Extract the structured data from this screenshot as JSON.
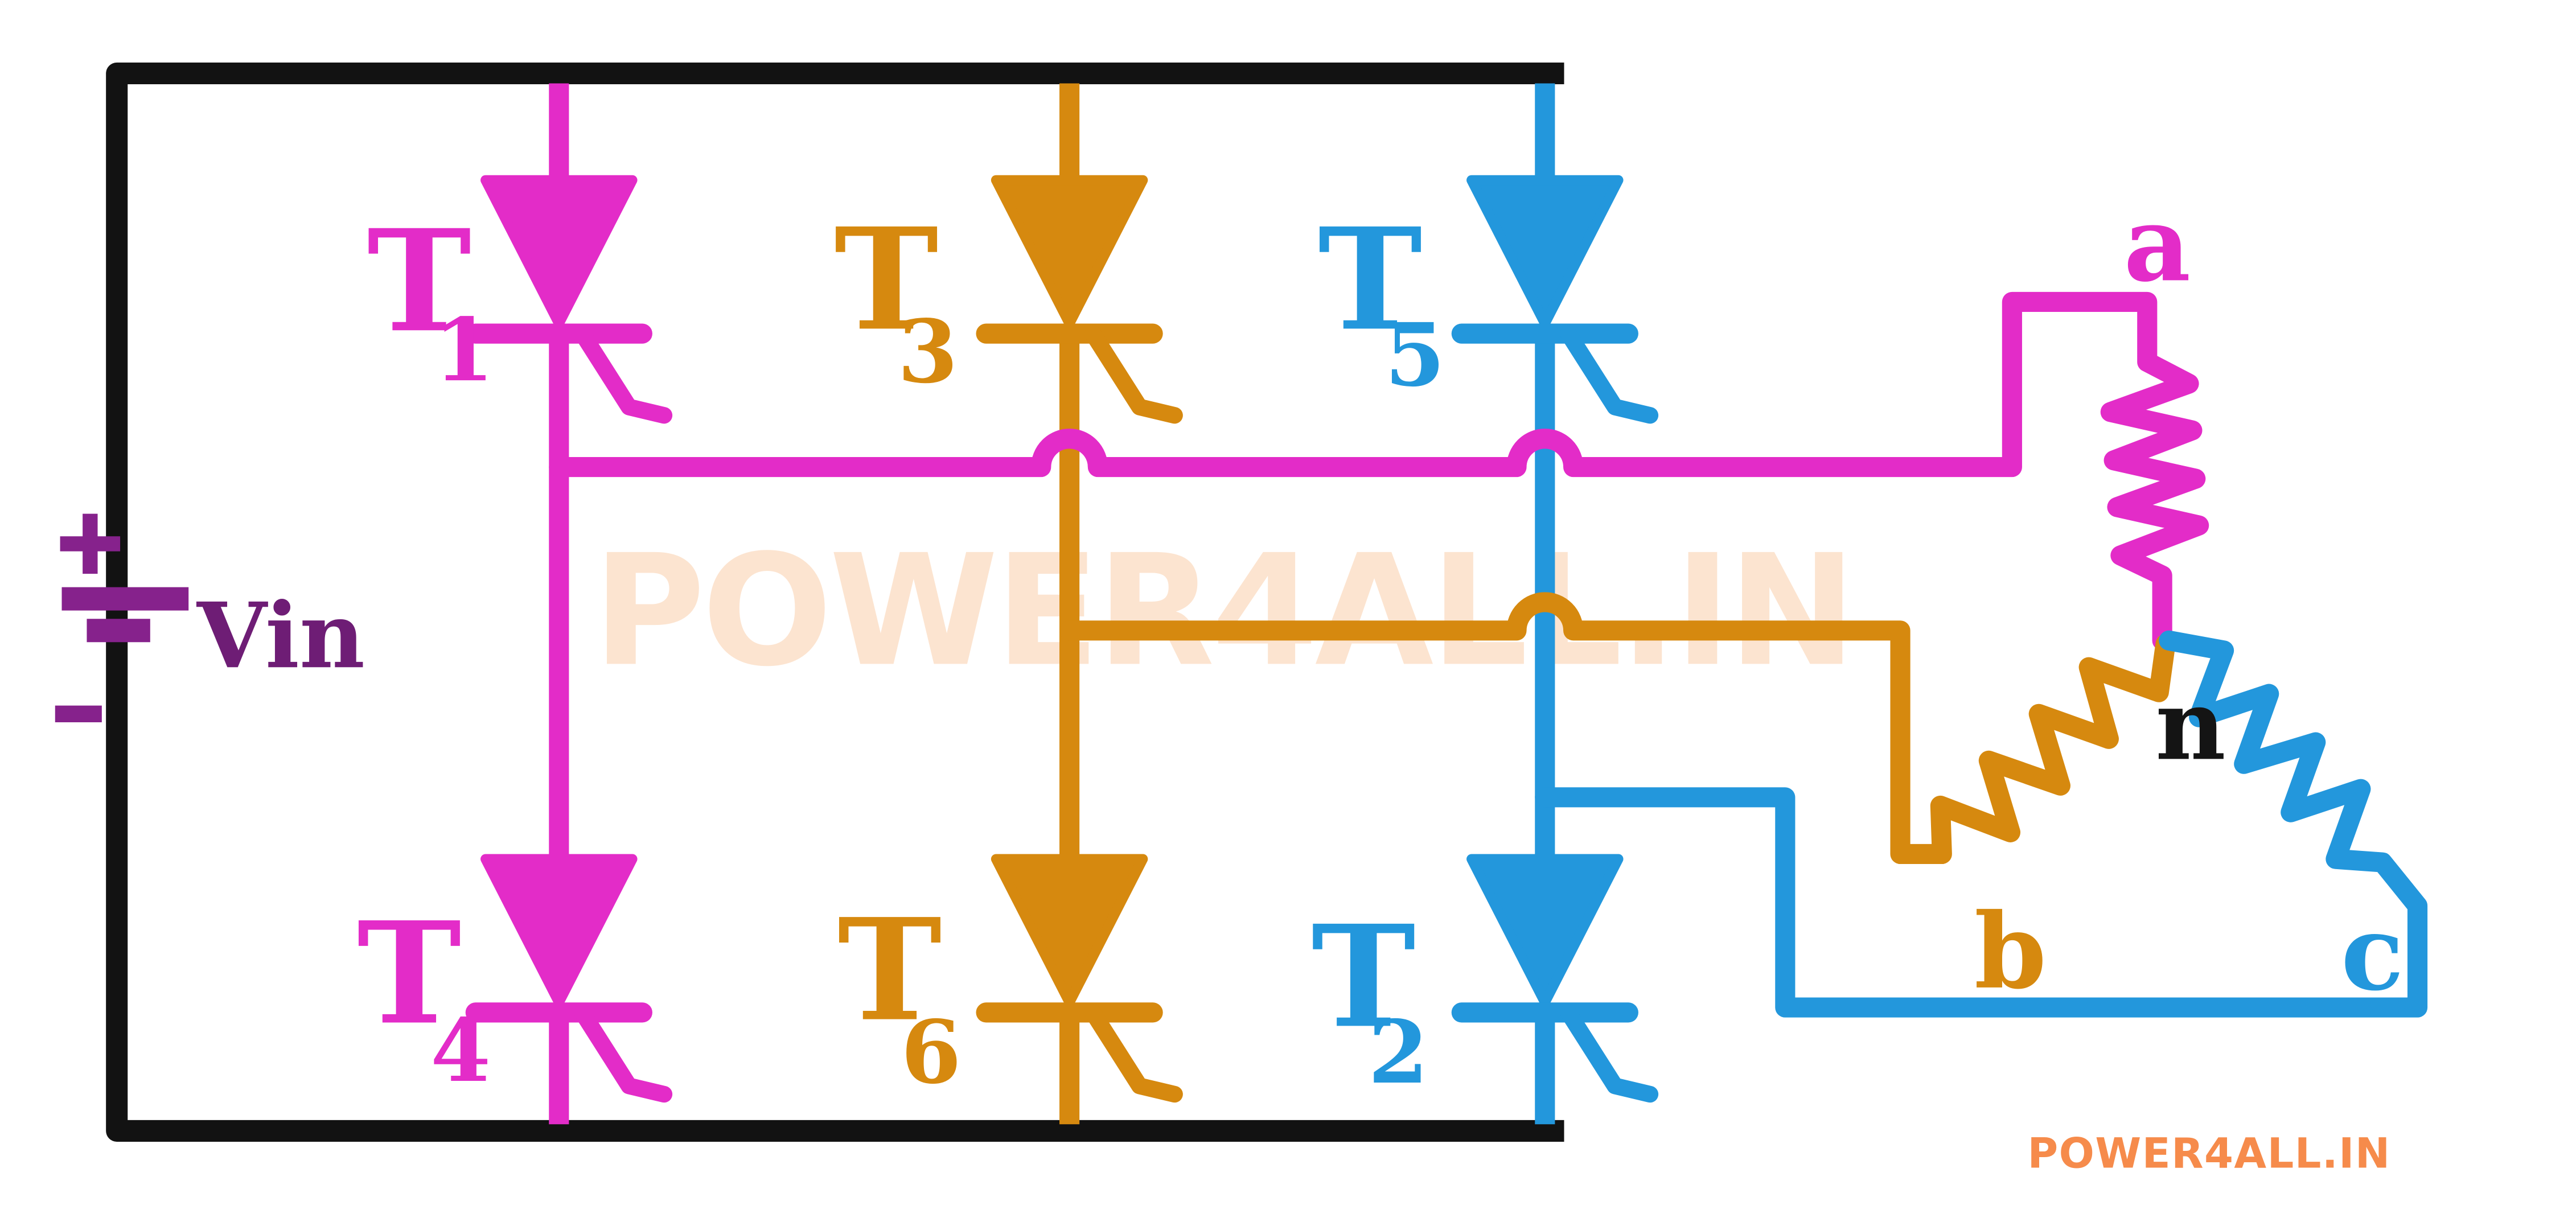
{
  "watermark": {
    "text": "POWER4ALL.IN"
  },
  "brand": {
    "text": "POWER4ALL.IN"
  },
  "source": {
    "plus": "+",
    "minus": "-",
    "label": "Vin"
  },
  "thyristors": [
    {
      "name": "T",
      "sub": "1"
    },
    {
      "name": "T",
      "sub": "3"
    },
    {
      "name": "T",
      "sub": "5"
    },
    {
      "name": "T",
      "sub": "4"
    },
    {
      "name": "T",
      "sub": "6"
    },
    {
      "name": "T",
      "sub": "2"
    }
  ],
  "nodes": {
    "a": "a",
    "b": "b",
    "c": "c",
    "n": "n"
  },
  "colors": {
    "wire": "#121212",
    "phase-a": "#E32CC8",
    "phase-b": "#D6890F",
    "phase-c": "#2397DC",
    "source": "#86228C",
    "source-text": "#6E1D75",
    "node-n": "#141414",
    "watermark": "#FCE4D0",
    "brand": "#F68B4B"
  }
}
